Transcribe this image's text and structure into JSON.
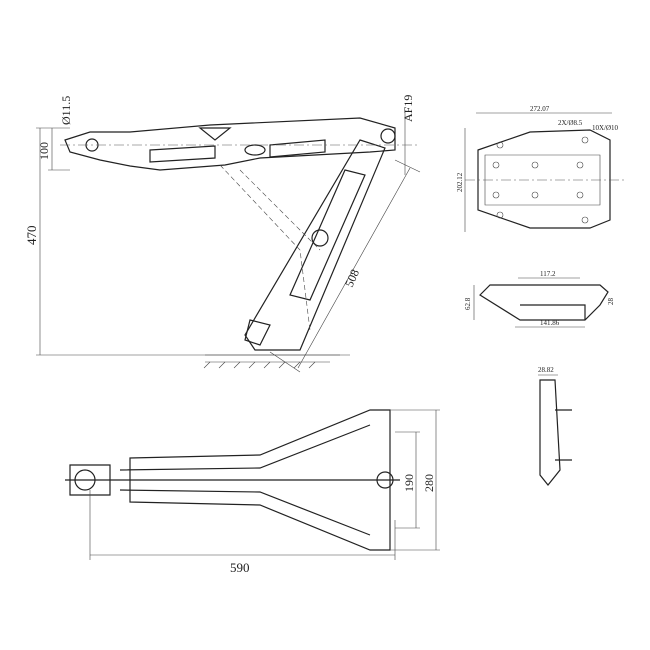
{
  "side_view": {
    "dim_height": "470",
    "dim_top": "100",
    "dim_pin": "Ø11.5",
    "dim_nut": "AF19",
    "dim_leg": "508"
  },
  "top_view": {
    "dim_length": "590",
    "dim_inner": "190",
    "dim_outer": "280"
  },
  "foot_plan": {
    "dim_width": "272.07",
    "dim_height": "202.12",
    "hole_small": "2X/Ø8.5",
    "hole_large": "10X/Ø10"
  },
  "foot_section": {
    "dim_top": "117.2",
    "dim_bottom": "141.86",
    "dim_height": "62.8",
    "dim_lip": "28"
  },
  "foot_side": {
    "dim_width": "28.82"
  }
}
